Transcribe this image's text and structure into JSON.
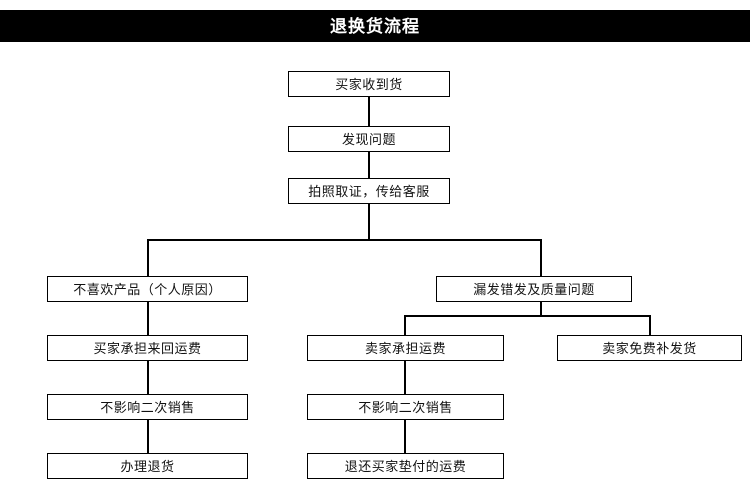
{
  "header": {
    "title": "退换货流程",
    "background_color": "#000000",
    "text_color": "#ffffff"
  },
  "theme": {
    "page_background": "#ffffff",
    "line_color": "#000000",
    "box_border_color": "#000000",
    "box_fill_color": "#ffffff",
    "box_text_color": "#111111"
  },
  "flowchart": {
    "type": "flowchart",
    "orientation": "top-down",
    "nodes": [
      {
        "id": "n1",
        "label": "买家收到货"
      },
      {
        "id": "n2",
        "label": "发现问题"
      },
      {
        "id": "n3",
        "label": "拍照取证，传给客服"
      },
      {
        "id": "n4",
        "label": "不喜欢产品（个人原因）"
      },
      {
        "id": "n5",
        "label": "漏发错发及质量问题"
      },
      {
        "id": "n6",
        "label": "买家承担来回运费"
      },
      {
        "id": "n7",
        "label": "卖家承担运费"
      },
      {
        "id": "n8",
        "label": "卖家免费补发货"
      },
      {
        "id": "n9",
        "label": "不影响二次销售"
      },
      {
        "id": "n10",
        "label": "不影响二次销售"
      },
      {
        "id": "n11",
        "label": "办理退货"
      },
      {
        "id": "n12",
        "label": "退还买家垫付的运费"
      }
    ],
    "edges": [
      {
        "from": "n1",
        "to": "n2"
      },
      {
        "from": "n2",
        "to": "n3"
      },
      {
        "from": "n3",
        "to": "n4"
      },
      {
        "from": "n3",
        "to": "n5"
      },
      {
        "from": "n4",
        "to": "n6"
      },
      {
        "from": "n5",
        "to": "n7"
      },
      {
        "from": "n5",
        "to": "n8"
      },
      {
        "from": "n6",
        "to": "n9"
      },
      {
        "from": "n7",
        "to": "n10"
      },
      {
        "from": "n9",
        "to": "n11"
      },
      {
        "from": "n10",
        "to": "n12"
      }
    ]
  }
}
